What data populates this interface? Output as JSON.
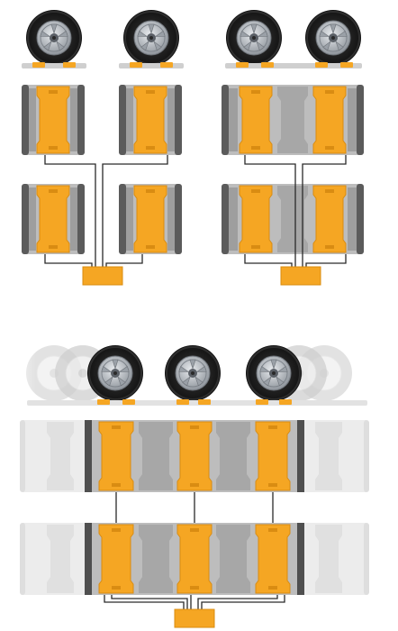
{
  "diagram": {
    "palette": {
      "background": "#ffffff",
      "plate_orange": "#f5a623",
      "plate_orange_dark": "#d98c12",
      "plate_gray": "#b5b5b5",
      "plate_gray_dark": "#8e8e8e",
      "plate_edge": "#4a4a4a",
      "plate_ghost": "#e4e4e4",
      "tire_black": "#1c1c1c",
      "rim_silver": "#b9bec4",
      "hose_line": "#2a2a2a",
      "ghost_tire": "#d6d6d6"
    },
    "icons": [
      "tire-icon",
      "ghost-tire-icon",
      "lift-plate-icon",
      "control-unit-icon"
    ],
    "panels": [
      {
        "name": "two-post-lift-layout",
        "lift_count": 2,
        "plates_per_lift": 2
      },
      {
        "name": "four-pad-lift-layout",
        "lift_count": 2,
        "plates_per_lift": 2
      },
      {
        "name": "extendable-lift-layout",
        "lift_count": 3,
        "plates_per_lift": 2
      }
    ]
  }
}
